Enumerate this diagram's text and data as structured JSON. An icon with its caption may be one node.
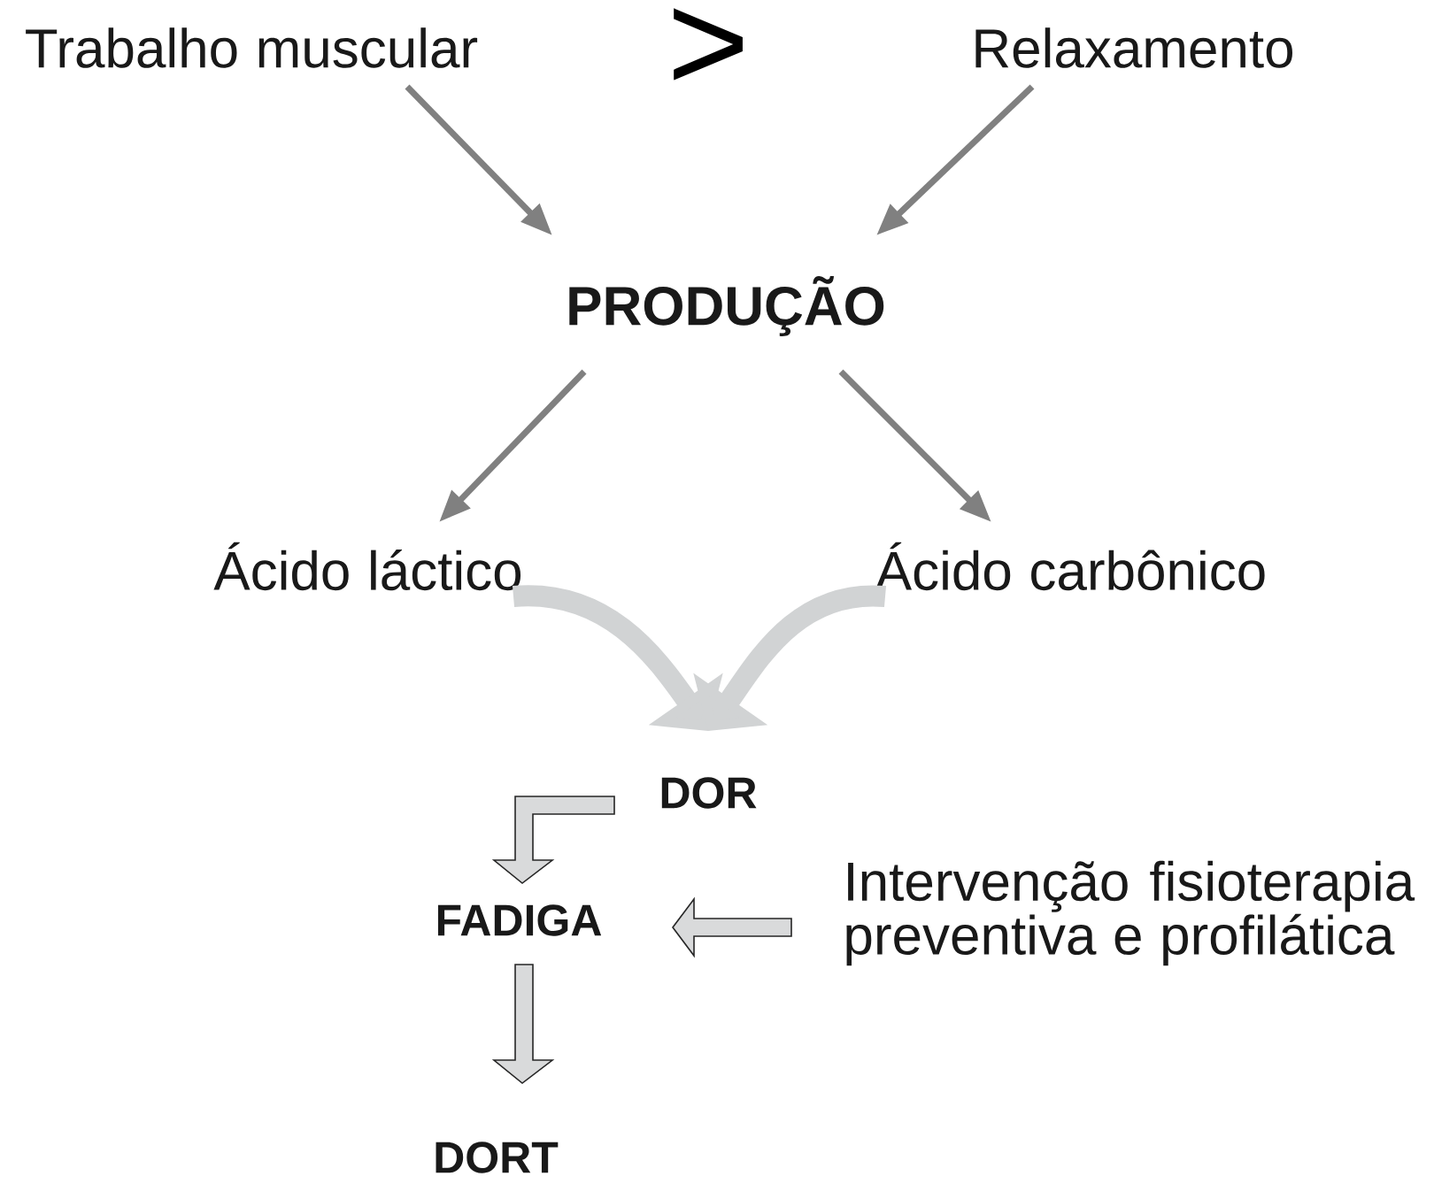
{
  "diagram": {
    "nodes": [
      {
        "text": [
          "Trabalho muscular"
        ]
      },
      {
        "text": [
          "Relaxamento"
        ]
      },
      {
        "text": [
          "PRODUÇÃO"
        ]
      },
      {
        "text": [
          "Ácido láctico"
        ]
      },
      {
        "text": [
          "Ácido carbônico"
        ]
      },
      {
        "text": [
          "DOR"
        ]
      },
      {
        "text": [
          "FADIGA"
        ]
      },
      {
        "text": [
          "Intervenção fisioterapia preventiva e profilática"
        ]
      },
      {
        "text": [
          "DORT"
        ]
      }
    ],
    "edges": [
      {
        "from": 0,
        "to": 2,
        "arrow": "to"
      },
      {
        "from": 1,
        "to": 2,
        "arrow": "to"
      },
      {
        "from": 2,
        "to": 3,
        "arrow": "to"
      },
      {
        "from": 2,
        "to": 4,
        "arrow": "to"
      },
      {
        "from": 3,
        "to": 5,
        "arrow": "to",
        "style": "thick",
        "color": "#d1d3d4"
      },
      {
        "from": 4,
        "to": 5,
        "arrow": "to",
        "style": "thick",
        "color": "#d1d3d4"
      },
      {
        "from": 5,
        "to": 6,
        "arrow": "to",
        "color": "#d9dadb"
      },
      {
        "from": 7,
        "to": 6,
        "arrow": "to",
        "color": "#d9dadb"
      },
      {
        "from": 6,
        "to": 8,
        "arrow": "to",
        "color": "#d9dadb"
      }
    ],
    "labels": [
      ">"
    ]
  }
}
